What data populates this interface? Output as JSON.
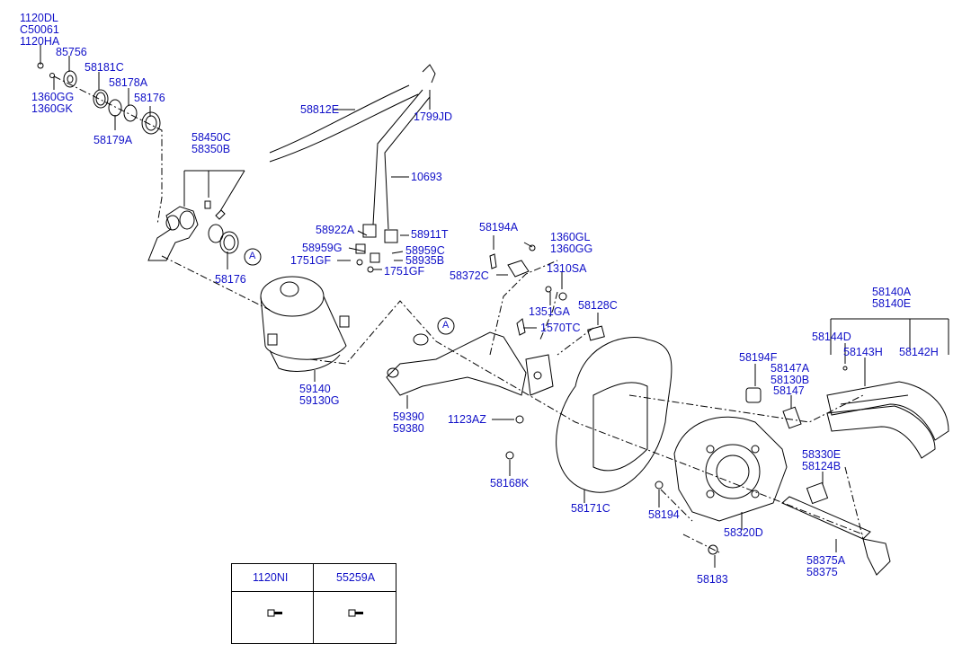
{
  "diagram": {
    "labels": {
      "p1120DL": "1120DL",
      "pC50061": "C50061",
      "p1120HA": "1120HA",
      "p85756": "85756",
      "p58181C": "58181C",
      "p1360GG": "1360GG",
      "p1360GK": "1360GK",
      "p58178A": "58178A",
      "p58176a": "58176",
      "p58179A": "58179A",
      "p58450C": "58450C",
      "p58350B": "58350B",
      "p58176b": "58176",
      "pA1": "A",
      "p58812E": "58812E",
      "p1799JD": "1799JD",
      "p10693": "10693",
      "p58922A": "58922A",
      "p58911T": "58911T",
      "p58959Ga": "58959G",
      "p58959C": "58959C",
      "p1751GFa": "1751GF",
      "p58935B": "58935B",
      "p1751GFb": "1751GF",
      "p59140": "59140",
      "p59130G": "59130G",
      "p58194A": "58194A",
      "p1360GL": "1360GL",
      "p1360GG2": "1360GG",
      "p58372C": "58372C",
      "p1310SA": "1310SA",
      "p1351GA": "1351GA",
      "p58128C": "58128C",
      "p1570TC": "1570TC",
      "pA2": "A",
      "p59390": "59390",
      "p59380": "59380",
      "p1123AZ": "1123AZ",
      "p58168K": "58168K",
      "p58171C": "58171C",
      "p58140A": "58140A",
      "p58140E": "58140E",
      "p58144D": "58144D",
      "p58143H": "58143H",
      "p58142H": "58142H",
      "p58194F": "58194F",
      "p58147A": "58147A",
      "p58130B": "58130B",
      "p58147": "58147",
      "p58330E": "58330E",
      "p58124B": "58124B",
      "p58194": "58194",
      "p58320D": "58320D",
      "p58375A": "58375A",
      "p58375": "58375",
      "p58183": "58183"
    },
    "table": {
      "col1": "1120NI",
      "col2": "55259A"
    }
  }
}
